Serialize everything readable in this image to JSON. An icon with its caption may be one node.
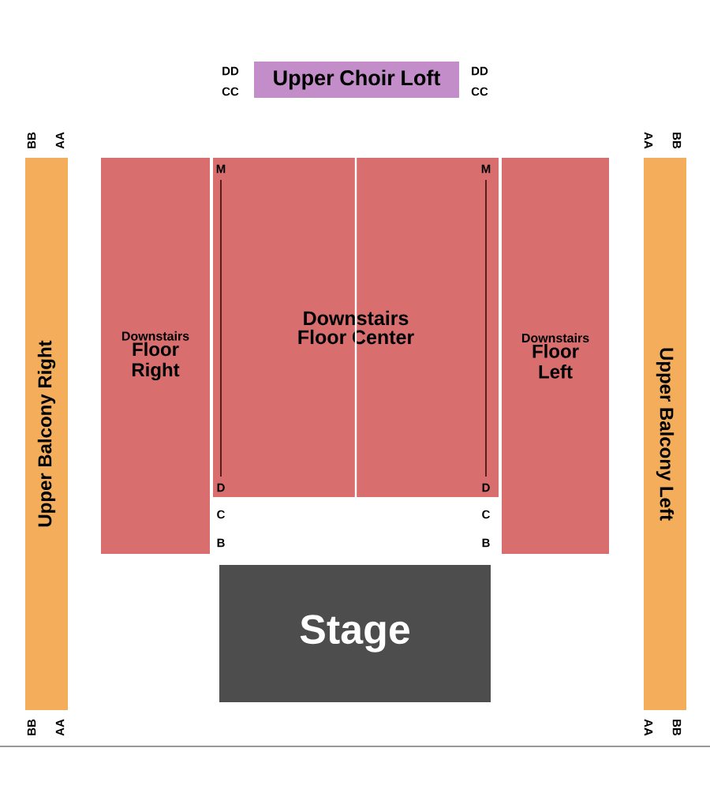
{
  "diagram": {
    "nodes": [
      {
        "text": [
          "Upper Choir Loft"
        ]
      },
      {
        "text": [
          "Upper Balcony Right"
        ]
      },
      {
        "text": [
          "Downstairs",
          "Floor Right"
        ]
      },
      {
        "text": [
          "Downstairs Floor Center"
        ]
      },
      {
        "text": [
          "Downstairs",
          "Floor Left"
        ]
      },
      {
        "text": [
          "Upper Balcony Left"
        ]
      },
      {
        "text": [
          "Stage"
        ]
      }
    ],
    "labels": [
      "DD",
      "DD",
      "CC",
      "CC",
      "BB",
      "AA",
      "AA",
      "BB",
      "M",
      "M",
      "D",
      "D",
      "C",
      "C",
      "B",
      "B",
      "BB",
      "AA",
      "AA",
      "BB"
    ]
  }
}
